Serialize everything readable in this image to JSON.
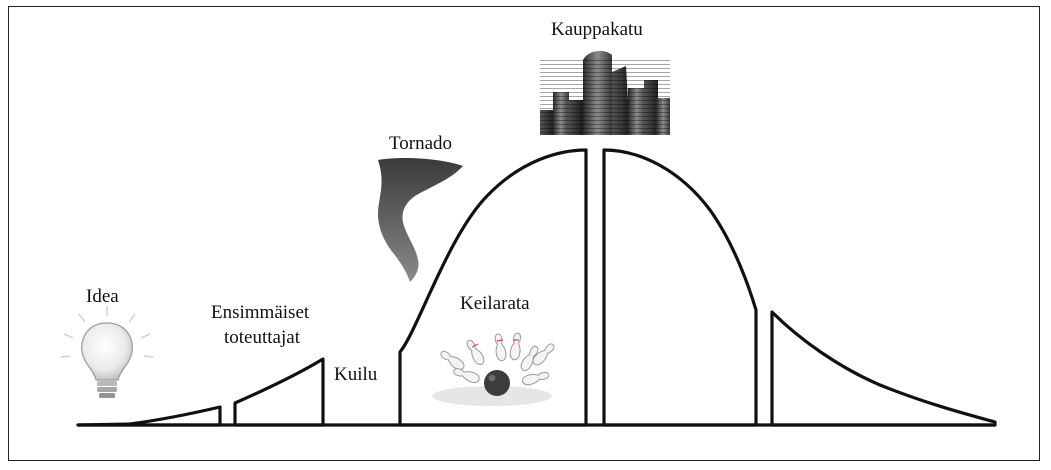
{
  "diagram": {
    "labels": {
      "idea": "Idea",
      "early_line1": "Ensimmäiset",
      "early_line2": "toteuttajat",
      "chasm": "Kuilu",
      "tornado": "Tornado",
      "bowling": "Keilarata",
      "main_street": "Kauppakatu"
    },
    "icons": {
      "idea": "lightbulb-icon",
      "tornado": "tornado-icon",
      "bowling": "bowling-pins-icon",
      "main_street": "skyscrapers-icon"
    },
    "colors": {
      "line": "#111111",
      "background": "#ffffff"
    }
  }
}
